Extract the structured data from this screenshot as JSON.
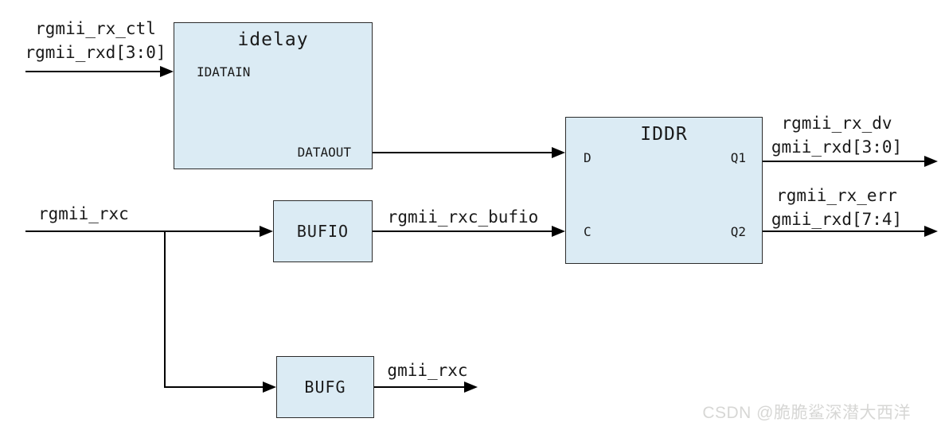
{
  "blocks": {
    "idelay": {
      "title": "idelay",
      "port_idatain": "IDATAIN",
      "port_dataout": "DATAOUT"
    },
    "iddr": {
      "title": "IDDR",
      "port_d": "D",
      "port_c": "C",
      "port_q1": "Q1",
      "port_q2": "Q2"
    },
    "bufio": {
      "title": "BUFIO"
    },
    "bufg": {
      "title": "BUFG"
    }
  },
  "signals": {
    "input_line1": "rgmii_rx_ctl",
    "input_line2": "rgmii_rxd[3:0]",
    "rgmii_rxc": "rgmii_rxc",
    "rgmii_rxc_bufio": "rgmii_rxc_bufio",
    "q1_line1": "rgmii_rx_dv",
    "q1_line2": "gmii_rxd[3:0]",
    "q2_line1": "rgmii_rx_err",
    "q2_line2": "gmii_rxd[7:4]",
    "gmii_rxc": "gmii_rxc"
  },
  "watermark": "CSDN @脆脆鲨深潜大西洋",
  "colors": {
    "block_fill": "#dbebf4",
    "block_border": "#2b2b2b",
    "wire": "#000000",
    "text": "#1a1a1a",
    "watermark": "#d7d7d5"
  }
}
